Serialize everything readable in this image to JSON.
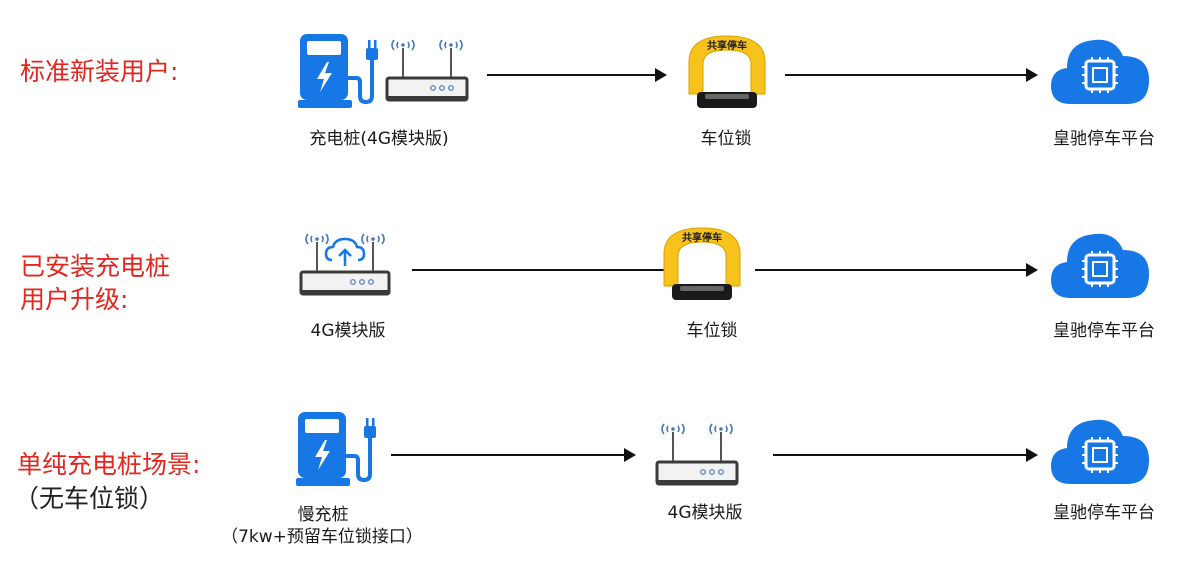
{
  "rows": [
    {
      "label_lines": [
        "标准新装用户:"
      ],
      "charger_caption": "充电桩(4G模块版)",
      "lock_caption": "车位锁",
      "platform_caption": "皇驰停车平台"
    },
    {
      "label_lines": [
        "已安装充电桩",
        "用户升级:"
      ],
      "module_caption": "4G模块版",
      "lock_caption": "车位锁",
      "platform_caption": "皇驰停车平台"
    },
    {
      "label_lines": [
        "单纯充电桩场景:",
        "（无车位锁）"
      ],
      "charger_caption_lines": [
        "慢充桩",
        "（7kw+预留车位锁接口）"
      ],
      "module_caption": "4G模块版",
      "platform_caption": "皇驰停车平台"
    }
  ],
  "lock_sign_text": "共享停车",
  "icons": [
    "charger-icon",
    "router-icon",
    "router-upload-icon",
    "parking-lock-icon",
    "cloud-chip-icon"
  ],
  "colors": {
    "label_red": "#e3261f",
    "blue": "#1677e5",
    "lock_yellow": "#f7c21b",
    "arrow": "#111111"
  }
}
